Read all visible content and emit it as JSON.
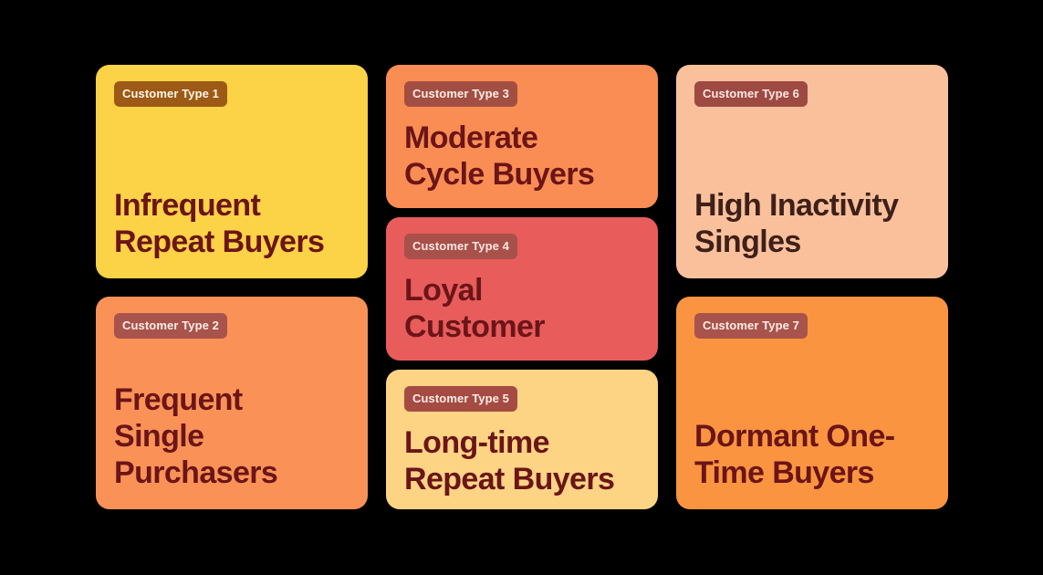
{
  "page": {
    "background_color": "#000000",
    "layout": "card-grid"
  },
  "cards": [
    {
      "badge": "Customer Type 1",
      "title": "Infrequent\nRepeat Buyers",
      "bg_color": "#FCD246",
      "badge_bg": "#9C5A16",
      "badge_text_color": "#FFF6EA",
      "title_color": "#6B1518",
      "title_position": "bottom"
    },
    {
      "badge": "Customer Type 2",
      "title": "Frequent\nSingle\nPurchasers",
      "bg_color": "#FA9257",
      "badge_bg": "#A8534B",
      "badge_text_color": "#FDEDE6",
      "title_color": "#6B1518",
      "title_position": "bottom"
    },
    {
      "badge": "Customer Type 3",
      "title": "Moderate\nCycle Buyers",
      "bg_color": "#FA8D53",
      "badge_bg": "#A34E43",
      "badge_text_color": "#FDEDE6",
      "title_color": "#6B1518",
      "title_position": "top"
    },
    {
      "badge": "Customer Type 4",
      "title": "Loyal\nCustomer",
      "bg_color": "#E85C5C",
      "badge_bg": "#A8504A",
      "badge_text_color": "#FBE6E2",
      "title_color": "#6B1518",
      "title_position": "top"
    },
    {
      "badge": "Customer Type 5",
      "title": "Long-time\nRepeat Buyers",
      "bg_color": "#FCD484",
      "badge_bg": "#A54B43",
      "badge_text_color": "#FDEDE6",
      "title_color": "#6B1518",
      "title_position": "top"
    },
    {
      "badge": "Customer Type 6",
      "title": "High Inactivity\nSingles",
      "bg_color": "#FAC09C",
      "badge_bg": "#9E4A43",
      "badge_text_color": "#FBE8E2",
      "title_color": "#3D2019",
      "title_position": "bottom"
    },
    {
      "badge": "Customer Type 7",
      "title": "Dormant One-\nTime Buyers",
      "bg_color": "#FA9440",
      "badge_bg": "#A8534B",
      "badge_text_color": "#FDEDE6",
      "title_color": "#6B1518",
      "title_position": "bottom"
    }
  ]
}
